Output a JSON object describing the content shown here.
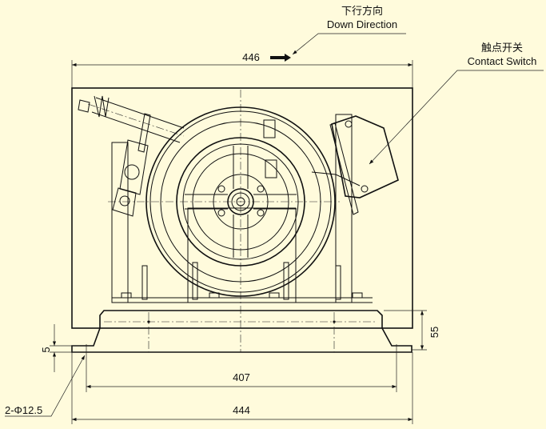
{
  "labels": {
    "direction_cn": "下行方向",
    "direction_en": "Down Direction",
    "switch_cn": "触点开关",
    "switch_en": "Contact Switch",
    "holes": "2-Φ12.5"
  },
  "dimensions": {
    "overall_top": "446",
    "height_base": "55",
    "plate_thickness": "5",
    "hole_spacing": "407",
    "overall_bottom": "444"
  },
  "colors": {
    "background": "#fffbdc",
    "line": "#111111"
  }
}
